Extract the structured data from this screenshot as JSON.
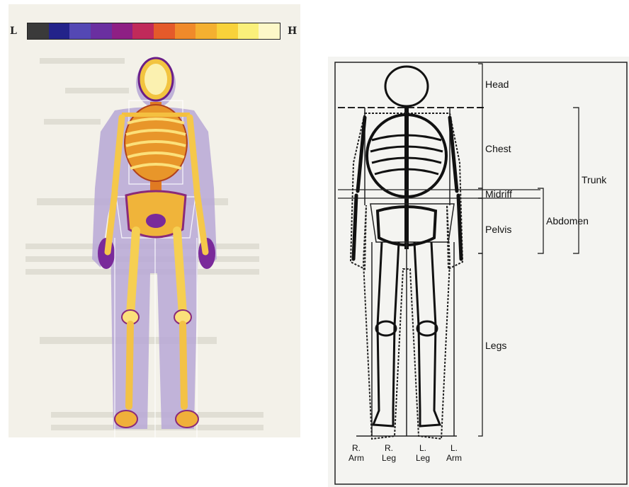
{
  "scan": {
    "scale_low_label": "L",
    "scale_high_label": "H",
    "scale_colors": [
      "#3a3a3a",
      "#23238a",
      "#5448b4",
      "#6a2fa0",
      "#8e1f84",
      "#c02a5a",
      "#e45a2a",
      "#f08a2a",
      "#f4b030",
      "#f8d23a",
      "#faf07a",
      "#fdf8c8"
    ]
  },
  "diagram": {
    "regions": {
      "head": "Head",
      "chest": "Chest",
      "trunk": "Trunk",
      "midriff": "Midriff",
      "abdomen": "Abdomen",
      "pelvis": "Pelvis",
      "legs": "Legs"
    },
    "limbs": {
      "r_arm": {
        "line1": "R.",
        "line2": "Arm"
      },
      "r_leg": {
        "line1": "R.",
        "line2": "Leg"
      },
      "l_leg": {
        "line1": "L.",
        "line2": "Leg"
      },
      "l_arm": {
        "line1": "L.",
        "line2": "Arm"
      }
    }
  }
}
